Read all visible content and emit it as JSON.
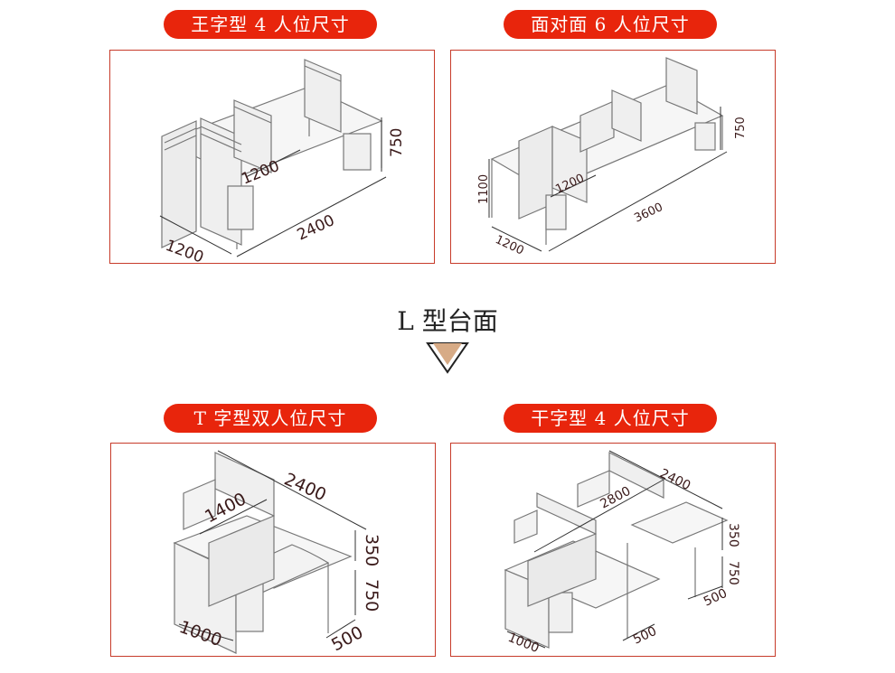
{
  "panels": [
    {
      "title": "王字型 4 人位尺寸",
      "dims": {
        "depth": "1200",
        "inner": "1200",
        "length": "2400",
        "height": "750"
      }
    },
    {
      "title": "面对面 6 人位尺寸",
      "dims": {
        "depth": "1200",
        "inner": "1200",
        "length": "3600",
        "height": "750",
        "screen": "1100"
      }
    },
    {
      "title": "T 字型双人位尺寸",
      "dims": {
        "top": "2400",
        "inner": "1400",
        "screen": "350",
        "height": "750",
        "depth": "1000",
        "side": "500"
      }
    },
    {
      "title": "干字型 4 人位尺寸",
      "dims": {
        "top": "2400",
        "inner": "2800",
        "screen": "350",
        "height": "750",
        "depth": "1000",
        "side": "500",
        "side2": "500"
      }
    }
  ],
  "center_title": "L 型台面",
  "colors": {
    "pill": "#e8250c",
    "frame": "#c73b2a",
    "arrow": "#d7ab86",
    "arrow_outline": "#222222"
  }
}
